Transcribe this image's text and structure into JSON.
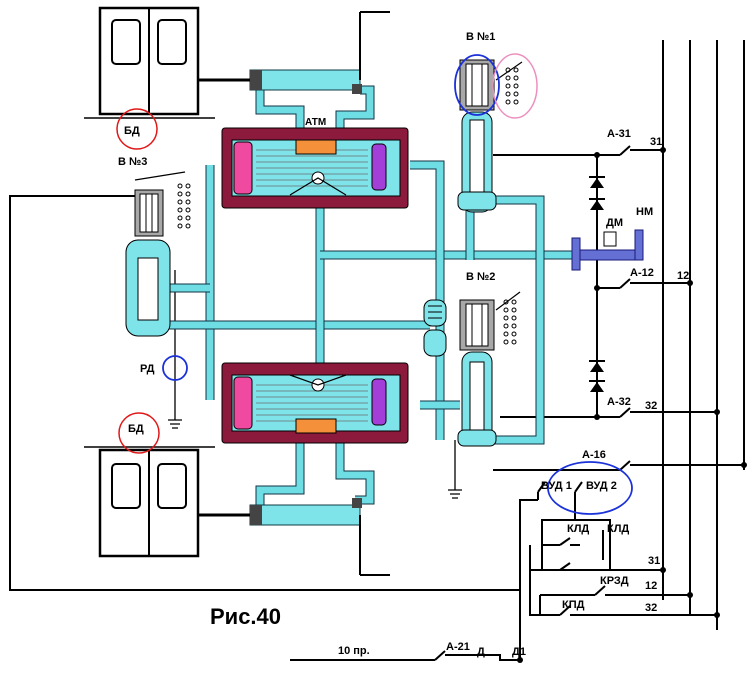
{
  "caption": "Рис.40",
  "labels": {
    "valve1": "В №1",
    "valve2": "В №2",
    "valve3": "В №3",
    "atm": "АТМ",
    "bd_top": "БД",
    "bd_bottom": "БД",
    "rd": "РД",
    "dm": "ДМ",
    "nm": "НМ",
    "a31": "А-31",
    "a12": "А-12",
    "a32": "А-32",
    "a16": "А-16",
    "a21": "А-21",
    "vud1": "ВУД 1",
    "vud2": "ВУД 2",
    "kld1": "КЛД",
    "kld2": "КЛД",
    "krzd": "КРЗД",
    "kpd": "КПД",
    "wire_31_top": "31",
    "wire_12_top": "12",
    "wire_32_top": "32",
    "wire_31_bottom": "31",
    "wire_12_bottom": "12",
    "wire_32_bottom": "32",
    "wire_10pr": "10 пр.",
    "d": "Д",
    "d1": "Д1"
  },
  "colors": {
    "air_pipe": "#7fe3ea",
    "cylinder_body": "#8c1a3c",
    "piston_left": "#f04aa0",
    "piston_right": "#a33ed8",
    "seal": "#f5903a",
    "highlight_red": "#e01818",
    "highlight_blue": "#1a32d8",
    "highlight_pink": "#ec8fbf"
  }
}
